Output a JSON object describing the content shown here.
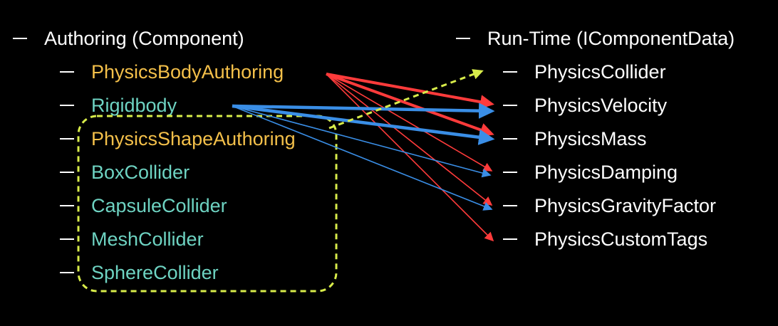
{
  "left": {
    "heading": "Authoring (Component)",
    "items": [
      {
        "id": "physics-body-authoring",
        "label": "PhysicsBodyAuthoring",
        "color": "#f4c04a"
      },
      {
        "id": "rigidbody",
        "label": "Rigidbody",
        "color": "#6ed3c2"
      },
      {
        "id": "physics-shape-authoring",
        "label": "PhysicsShapeAuthoring",
        "color": "#f4c04a"
      },
      {
        "id": "box-collider",
        "label": "BoxCollider",
        "color": "#6ed3c2"
      },
      {
        "id": "capsule-collider",
        "label": "CapsuleCollider",
        "color": "#6ed3c2"
      },
      {
        "id": "mesh-collider",
        "label": "MeshCollider",
        "color": "#6ed3c2"
      },
      {
        "id": "sphere-collider",
        "label": "SphereCollider",
        "color": "#6ed3c2"
      }
    ]
  },
  "right": {
    "heading": "Run-Time (IComponentData)",
    "items": [
      {
        "id": "physics-collider",
        "label": "PhysicsCollider"
      },
      {
        "id": "physics-velocity",
        "label": "PhysicsVelocity"
      },
      {
        "id": "physics-mass",
        "label": "PhysicsMass"
      },
      {
        "id": "physics-damping",
        "label": "PhysicsDamping"
      },
      {
        "id": "physics-gravity-factor",
        "label": "PhysicsGravityFactor"
      },
      {
        "id": "physics-custom-tags",
        "label": "PhysicsCustomTags"
      }
    ]
  },
  "colors": {
    "body_authoring_edge": "#ff3b3b",
    "rigidbody_edge": "#3a8ee6",
    "shape_group_edge": "#d8ec4a"
  },
  "edges": [
    {
      "from": "physics-body-authoring",
      "to": "physics-velocity",
      "color": "#ff3b3b",
      "weight": "thick"
    },
    {
      "from": "physics-body-authoring",
      "to": "physics-mass",
      "color": "#ff3b3b",
      "weight": "thick"
    },
    {
      "from": "physics-body-authoring",
      "to": "physics-damping",
      "color": "#ff3b3b",
      "weight": "thin"
    },
    {
      "from": "physics-body-authoring",
      "to": "physics-gravity-factor",
      "color": "#ff3b3b",
      "weight": "thin"
    },
    {
      "from": "physics-body-authoring",
      "to": "physics-custom-tags",
      "color": "#ff3b3b",
      "weight": "thin"
    },
    {
      "from": "rigidbody",
      "to": "physics-velocity",
      "color": "#3a8ee6",
      "weight": "thick"
    },
    {
      "from": "rigidbody",
      "to": "physics-mass",
      "color": "#3a8ee6",
      "weight": "thick"
    },
    {
      "from": "rigidbody",
      "to": "physics-damping",
      "color": "#3a8ee6",
      "weight": "thin"
    },
    {
      "from": "rigidbody",
      "to": "physics-gravity-factor",
      "color": "#3a8ee6",
      "weight": "thin"
    },
    {
      "from": "collider-group",
      "to": "physics-collider",
      "color": "#d8ec4a",
      "weight": "dashed"
    }
  ]
}
